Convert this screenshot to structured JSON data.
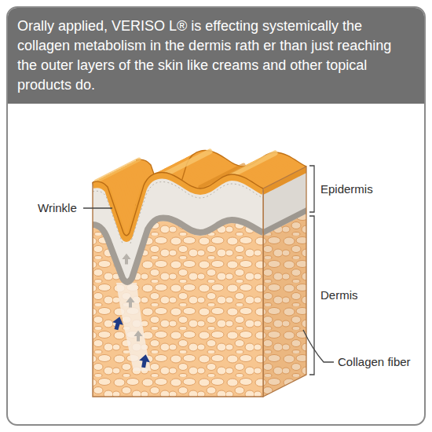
{
  "diagram": {
    "title": "Orally applied, VERISO L® is effecting systemically the collagen metabolism in the dermis rath er than just reaching the outer layers of the skin like creams and other topical products do.",
    "labels": [
      "Wrinkle",
      "Epidermis",
      "Dermis",
      "Collagen fiber"
    ]
  }
}
